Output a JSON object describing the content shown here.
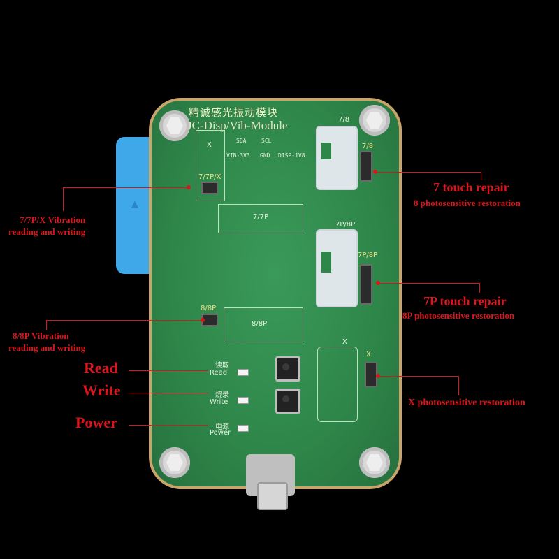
{
  "board": {
    "title_cn": "精诚感光振动模块",
    "title_en": "JC-Disp/Vib-Module",
    "pins": [
      "SDA",
      "SCL",
      "VIB-3V3",
      "GND",
      "DISP-1V8"
    ],
    "zones": {
      "x_top": "X",
      "z_7_7p_x": "7/7P/X",
      "z_7p": "7/7P",
      "z_8_8p_small": "8/8P",
      "z_8_8p": "8/8P",
      "phone_7_8": "7/8",
      "conn_7_8": "7/8",
      "phone_7p_8p": "7P/8P",
      "conn_7p_8p": "7P/8P",
      "phone_x": "X",
      "conn_x": "X"
    },
    "buttons": {
      "read_cn": "读取",
      "read_en": "Read",
      "write_cn": "烧录",
      "write_en": "Write",
      "power_cn": "电源",
      "power_en": "Power"
    }
  },
  "annotations": {
    "vib_7": [
      "7/7P/X Vibration",
      "reading and writing"
    ],
    "vib_8": [
      "8/8P Vibration",
      "reading and writing"
    ],
    "read": "Read",
    "write": "Write",
    "power": "Power",
    "touch_7": [
      "7 touch repair",
      "8 photosensitive restoration"
    ],
    "touch_7p": [
      "7P touch repair",
      "8P photosensitive restoration"
    ],
    "x_photo": "X photosensitive restoration"
  },
  "colors": {
    "annotation": "#d9161b",
    "pcb": "#2f8a4e",
    "clip": "#3ea8e8",
    "background": "#000000"
  }
}
